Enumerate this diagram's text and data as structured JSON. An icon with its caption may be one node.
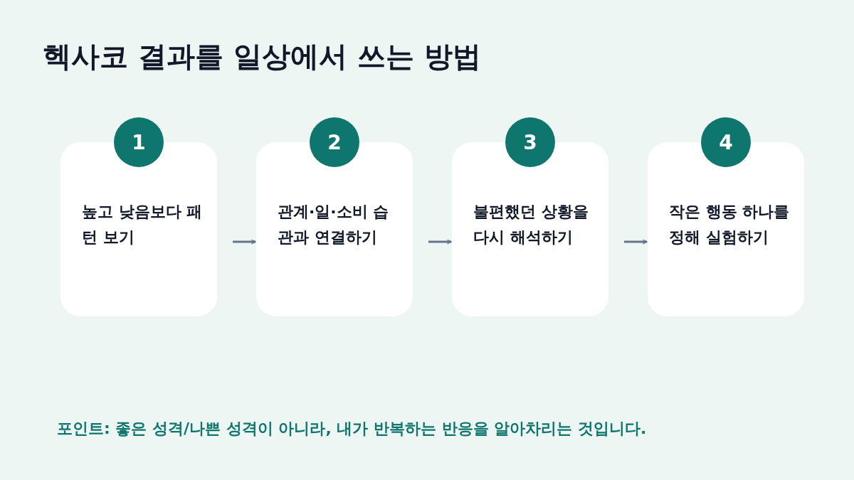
{
  "diagram": {
    "title": "헥사코 결과를 일상에서 쓰는 방법",
    "nodes": [
      {
        "text": [
          "1"
        ]
      },
      {
        "text": [
          "높고 낮음보다 패턴 보기"
        ]
      },
      {
        "text": [
          "2"
        ]
      },
      {
        "text": [
          "관계·일·소비 습관과 연결하기"
        ]
      },
      {
        "text": [
          "3"
        ]
      },
      {
        "text": [
          "불편했던 상황을 다시 해석하기"
        ]
      },
      {
        "text": [
          "4"
        ]
      },
      {
        "text": [
          "작은 행동 하나를 정해 실험하기"
        ]
      }
    ],
    "edges": [
      {
        "from": 1,
        "to": 3,
        "arrow": "to"
      },
      {
        "from": 3,
        "to": 5,
        "arrow": "to"
      },
      {
        "from": 5,
        "to": 7,
        "arrow": "to"
      }
    ],
    "labels": [
      "포인트: 좋은 성격/나쁜 성격이 아니라, 내가 반복하는 반응을 알아차리는 것입니다."
    ]
  }
}
